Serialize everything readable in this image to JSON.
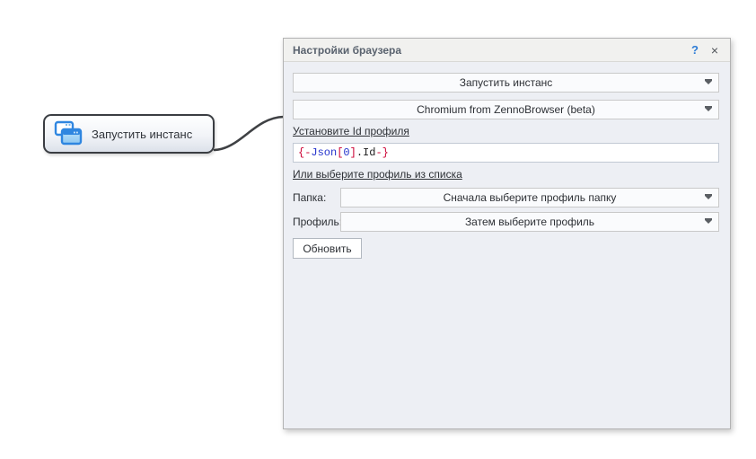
{
  "node": {
    "label": "Запустить инстанс",
    "icon": "cascade-windows-icon"
  },
  "panel": {
    "title": "Настройки браузера",
    "titlebar": {
      "help_label": "?",
      "close_label": "×"
    },
    "action_combo": {
      "value": "Запустить инстанс"
    },
    "browser_combo": {
      "value": "Chromium from ZennoBrowser (beta)"
    },
    "profile_id_label": "Установите Id профиля",
    "profile_id_input": {
      "value": "{-Json[0].Id-}",
      "tokens": [
        {
          "text": "{-",
          "color": "macro_red"
        },
        {
          "text": "Json",
          "color": "macro_blue"
        },
        {
          "text": "[",
          "color": "macro_red"
        },
        {
          "text": "0",
          "color": "macro_blue"
        },
        {
          "text": "]",
          "color": "macro_red"
        },
        {
          "text": ".Id",
          "color": "macro_dark"
        },
        {
          "text": "-}",
          "color": "macro_red"
        }
      ]
    },
    "or_select_label": "Или выберите профиль из списка",
    "folder_row": {
      "label": "Папка:",
      "value": "Сначала выберите профиль папку"
    },
    "profile_row": {
      "label": "Профиль:",
      "value": "Затем выберите профиль"
    },
    "refresh_button_label": "Обновить"
  },
  "colors": {
    "macro_red": "#cc0033",
    "macro_blue": "#2433cc",
    "macro_dark": "#1c1c1c",
    "icon_blue": "#2f86e0",
    "icon_blue_light": "#9ed0f5",
    "help_blue": "#2e7cd6",
    "connector": "#3f4144"
  }
}
